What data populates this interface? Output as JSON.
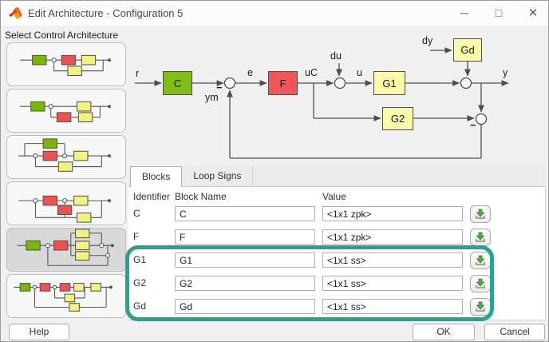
{
  "window": {
    "title": "Edit Architecture - Configuration 5"
  },
  "titlebar_icons": {
    "minimize_icon": "─",
    "maximize_icon": "□",
    "close_icon": "✕"
  },
  "sidebar": {
    "label": "Select Control Architecture",
    "option_count": 6,
    "selected_index": 4
  },
  "diagram": {
    "blocks": [
      {
        "id": "F",
        "label": "F",
        "color": "#80BE12"
      },
      {
        "id": "C",
        "label": "C",
        "color": "#F25555"
      },
      {
        "id": "G1",
        "label": "G1",
        "color": "#FAFAA8"
      },
      {
        "id": "G2",
        "label": "G2",
        "color": "#FAFAA8"
      },
      {
        "id": "Gd",
        "label": "Gd",
        "color": "#FAFAA8"
      }
    ],
    "signals": {
      "r": "r",
      "e": "e",
      "ym": "ym",
      "uC": "uC",
      "du": "du",
      "u": "u",
      "dy": "dy",
      "y": "y"
    },
    "minus": "−"
  },
  "tabs": [
    {
      "label": "Blocks",
      "active": true
    },
    {
      "label": "Loop Signs",
      "active": false
    }
  ],
  "table": {
    "headers": [
      "Identifier",
      "Block Name",
      "Value"
    ],
    "rows": [
      {
        "identifier": "C",
        "block_name": "C",
        "value": "<1x1 zpk>"
      },
      {
        "identifier": "F",
        "block_name": "F",
        "value": "<1x1 zpk>"
      },
      {
        "identifier": "G1",
        "block_name": "G1",
        "value": "<1x1 ss>"
      },
      {
        "identifier": "G2",
        "block_name": "G2",
        "value": "<1x1 ss>"
      },
      {
        "identifier": "Gd",
        "block_name": "Gd",
        "value": "<1x1 ss>"
      }
    ]
  },
  "buttons": {
    "help": "Help",
    "ok": "OK",
    "cancel": "Cancel"
  },
  "colors": {
    "highlight_teal": "#29A38E",
    "block_green": "#80BE12",
    "block_red": "#F25555",
    "block_yellow": "#FAFAA8",
    "wire": "#4d4d4d"
  }
}
